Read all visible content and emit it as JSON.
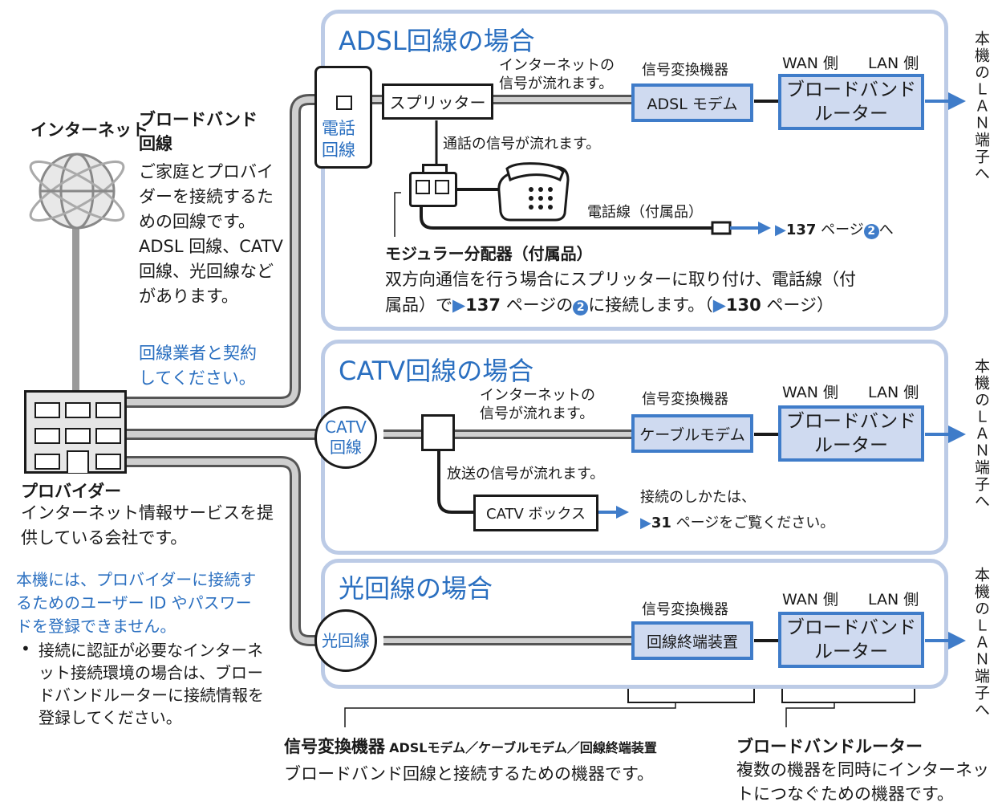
{
  "adsl": {
    "title": "ADSL回線の場合",
    "telephone_line": "電話\n回線",
    "splitter": "スプリッター",
    "internet_signal": "インターネットの\n信号が流れます。",
    "converter_label": "信号変換機器",
    "modem": "ADSL モデム",
    "wan": "WAN 側",
    "lan": "LAN 側",
    "router": "ブロードバンド\nルーター",
    "call_signal": "通話の信号が流れます。",
    "phone_cord": "電話線（付属品）",
    "page_ref_num": "137",
    "page_ref_text": "ページ",
    "page_ref_circle": "2",
    "page_ref_tail": "へ",
    "modular_title": "モジュラー分配器（付属品）",
    "modular_desc_1": "双方向通信を行う場合にスプリッターに取り付け、電話線（付",
    "modular_desc_2a": "属品）で",
    "modular_desc_2b": "137",
    "modular_desc_2c": "ページの",
    "modular_desc_2d": "に接続します。（",
    "modular_desc_2e": "130",
    "modular_desc_2f": "ページ）",
    "to_lan": "本機のＬＡＮ端子へ"
  },
  "catv": {
    "title": "CATV回線の場合",
    "line": "CATV\n回線",
    "internet_signal": "インターネットの\n信号が流れます。",
    "converter_label": "信号変換機器",
    "modem": "ケーブルモデム",
    "wan": "WAN 側",
    "lan": "LAN 側",
    "router": "ブロードバンド\nルーター",
    "broadcast_signal": "放送の信号が流れます。",
    "box": "CATV ボックス",
    "connect_text_1": "接続のしかたは、",
    "connect_num": "31",
    "connect_text_2": "ページをご覧ください。",
    "to_lan": "本機のＬＡＮ端子へ"
  },
  "hikari": {
    "title": "光回線の場合",
    "line": "光回線",
    "converter_label": "信号変換機器",
    "terminal": "回線終端装置",
    "wan": "WAN 側",
    "lan": "LAN 側",
    "router": "ブロードバンド\nルーター",
    "to_lan": "本機のＬＡＮ端子へ"
  },
  "left": {
    "internet": "インターネット",
    "bb_title": "ブロードバンド\n回線",
    "bb_desc": "ご家庭とプロバイダーを接続するための回線です。ADSL 回線、CATV 回線、光回線などがあります。",
    "bb_contract": "回線業者と契約してください。",
    "provider_title": "プロバイダー",
    "provider_desc": "インターネット情報サービスを提供している会社です。",
    "warning": "本機には、プロバイダーに接続するためのユーザー ID やパスワードを登録できません。",
    "bullet": "接続に認証が必要なインターネット接続環境の場合は、ブロードバンドルーターに接続情報を登録してください。"
  },
  "bottom": {
    "converter_title": "信号変換機器",
    "converter_sub": "ADSLモデム／ケーブルモデム／回線終端装置",
    "converter_desc": "ブロードバンド回線と接続するための機器です。",
    "router_title": "ブロードバンドルーター",
    "router_desc": "複数の機器を同時にインターネットにつなぐための機器です。"
  },
  "colors": {
    "accent_blue": "#2a6fc0",
    "panel_border": "#bccbe6",
    "device_fill": "#cfdaf0",
    "device_border": "#3f7cc9",
    "cable": "#9a9a9a"
  }
}
